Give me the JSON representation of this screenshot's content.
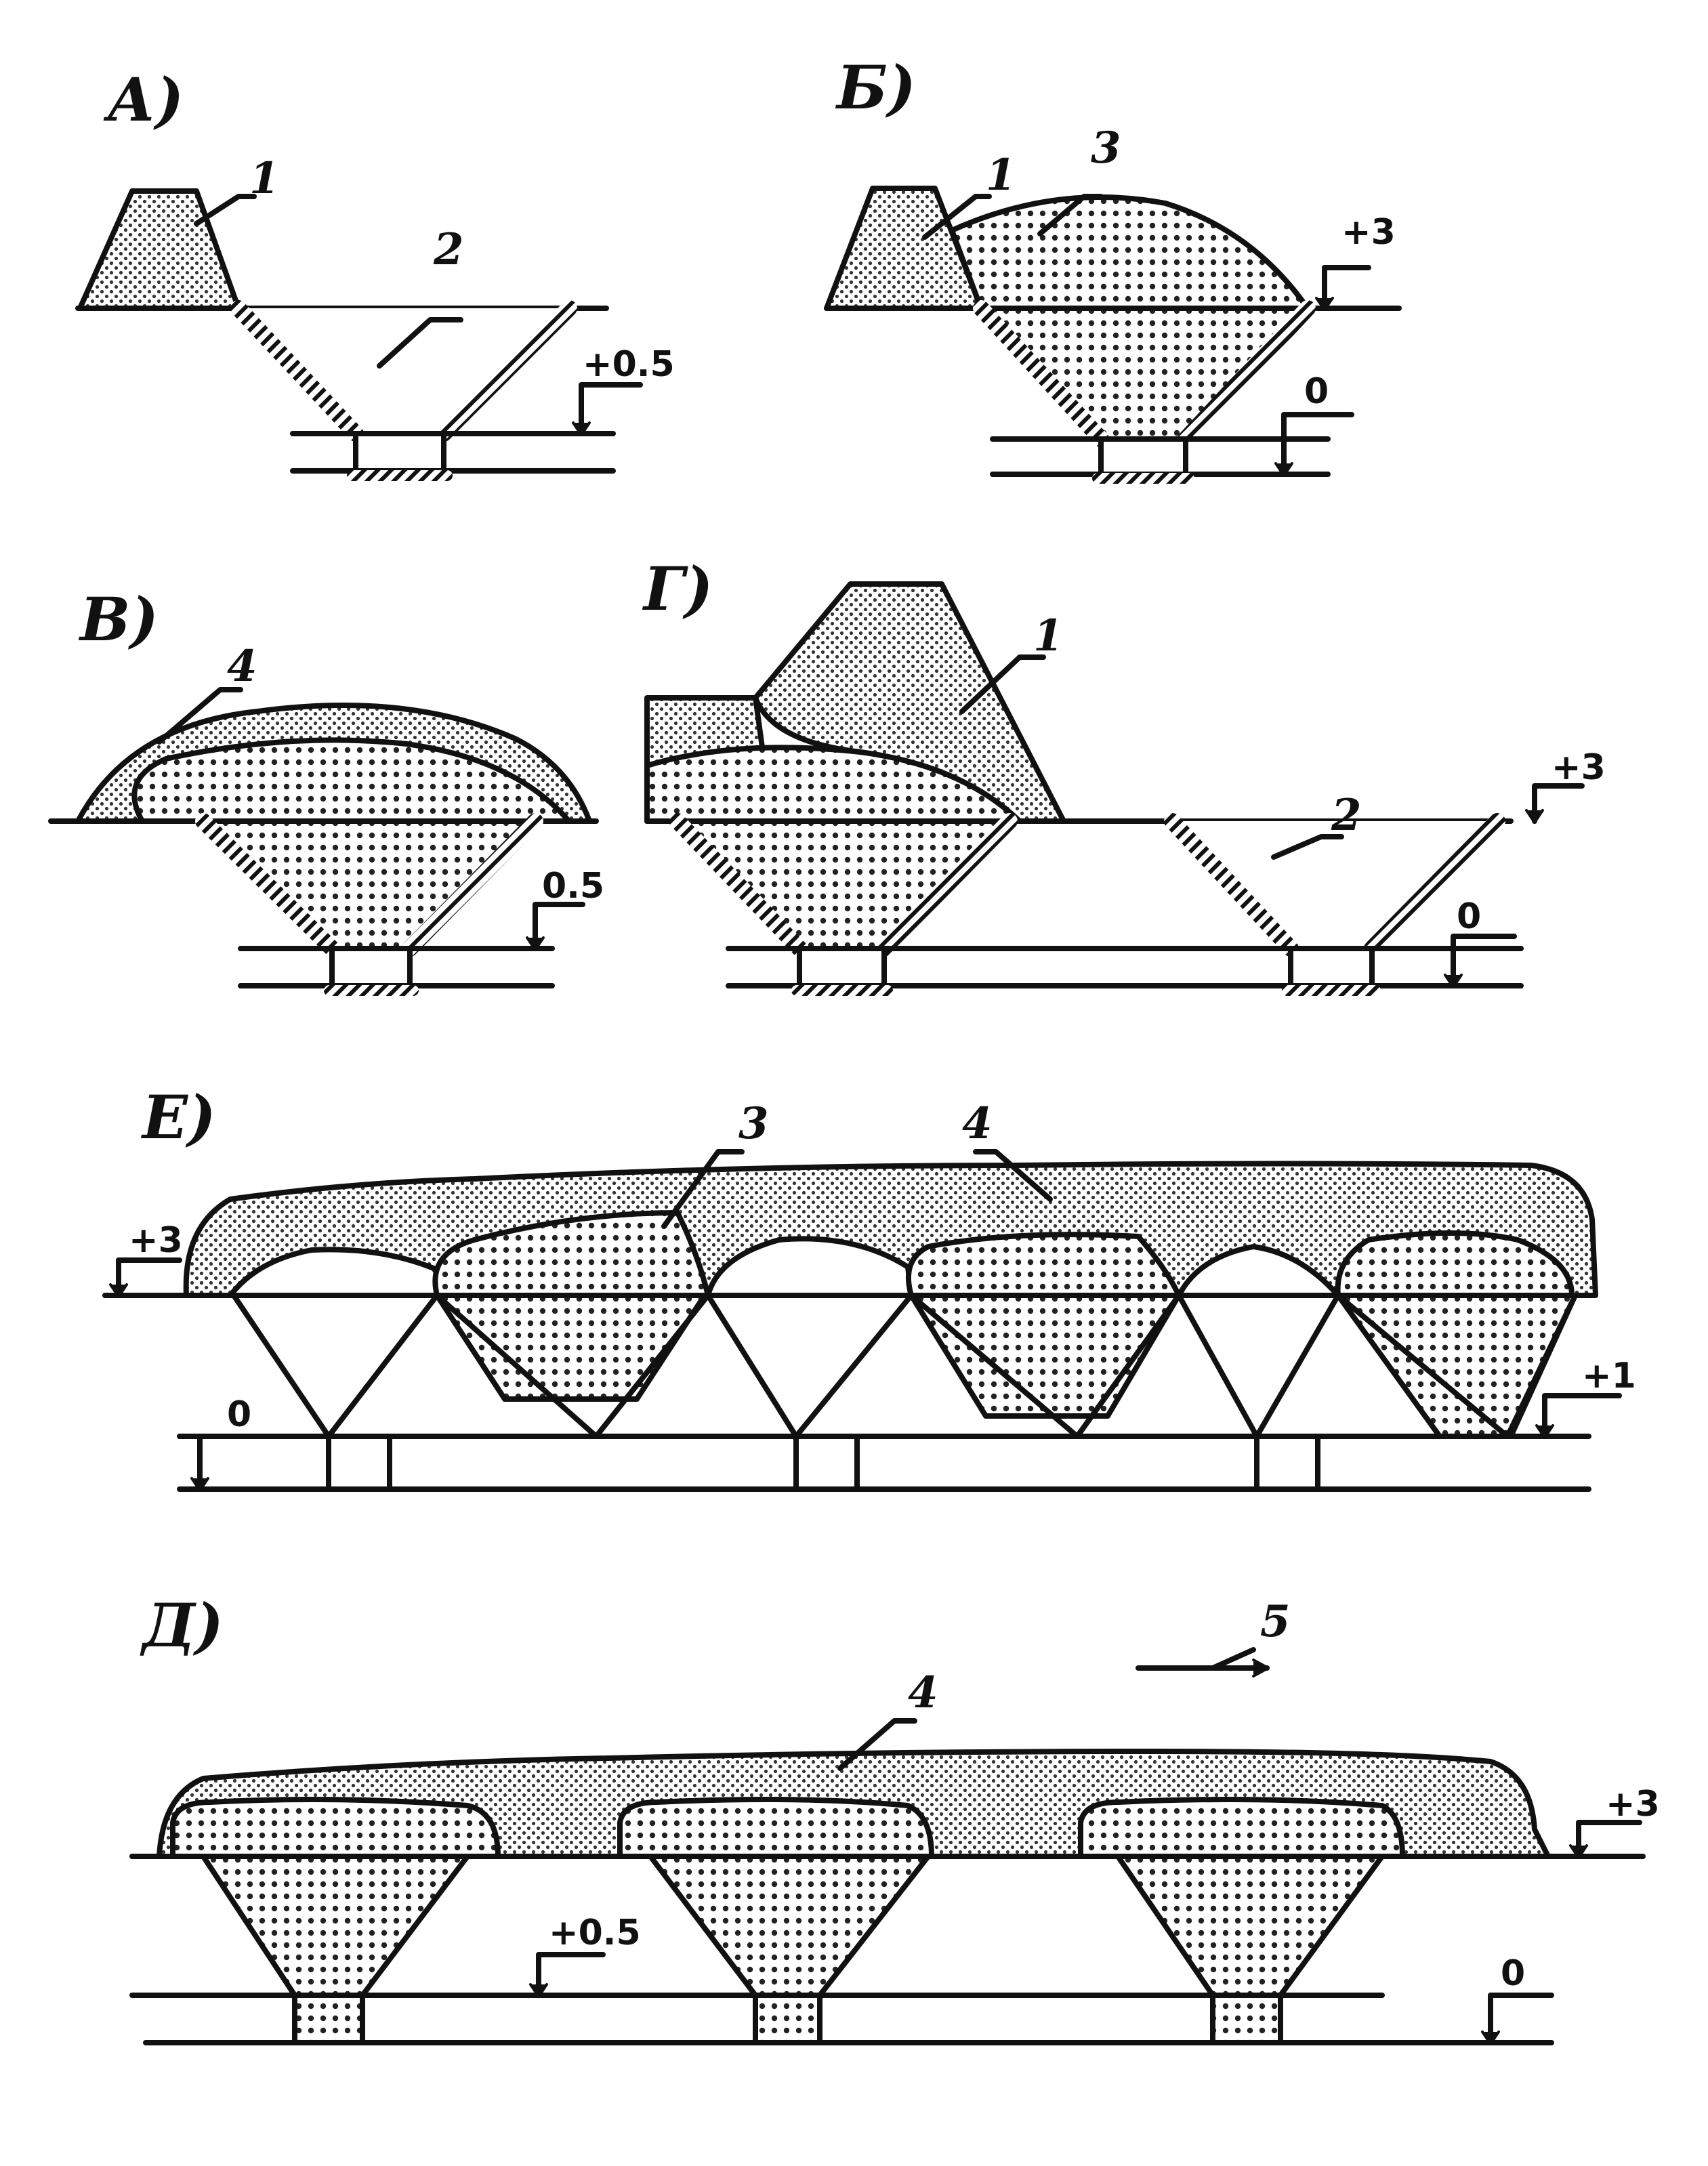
{
  "panels": {
    "a": {
      "label": "А)",
      "callouts": [
        "1",
        "2"
      ],
      "elevations": [
        "+0.5"
      ]
    },
    "b": {
      "label": "Б)",
      "callouts": [
        "1",
        "3"
      ],
      "elevations": [
        "+3",
        "0"
      ]
    },
    "v": {
      "label": "В)",
      "callouts": [
        "4"
      ],
      "elevations": [
        "0.5"
      ]
    },
    "g": {
      "label": "Г)",
      "callouts": [
        "1",
        "2"
      ],
      "elevations": [
        "+3",
        "0"
      ]
    },
    "e": {
      "label": "Е)",
      "callouts": [
        "3",
        "4"
      ],
      "elevations": [
        "+3",
        "0",
        "+1"
      ]
    },
    "d": {
      "label": "Д)",
      "callouts": [
        "4",
        "5"
      ],
      "elevations": [
        "+3",
        "+0.5",
        "0"
      ]
    }
  },
  "colors": {
    "line": "#111111",
    "fill_coarse": "#222222",
    "fill_fine": "#333333"
  }
}
